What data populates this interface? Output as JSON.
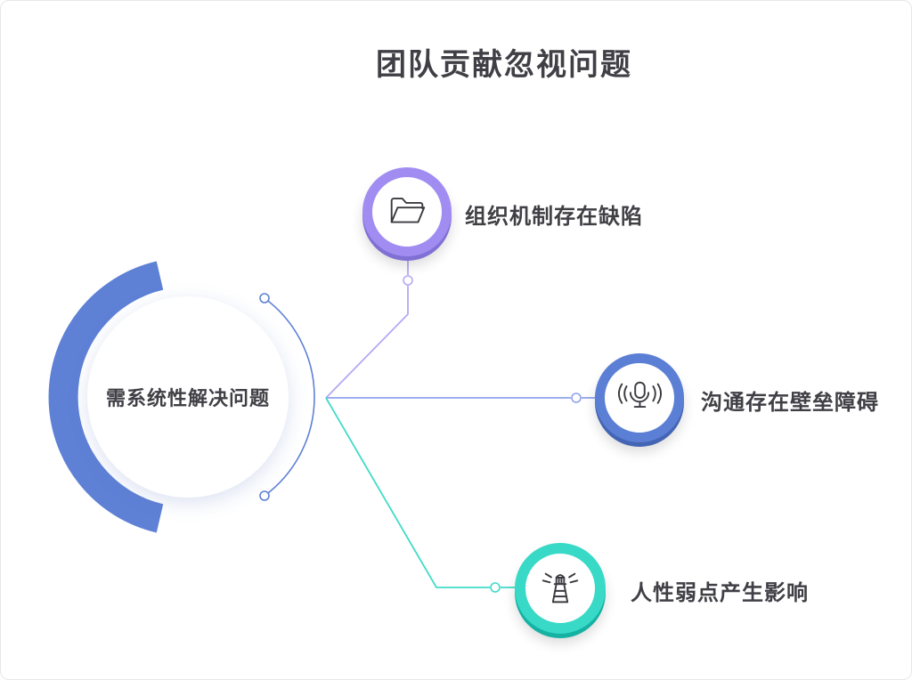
{
  "title": "团队贡献忽视问题",
  "center": {
    "label": "需系统性解决问题"
  },
  "branches": [
    {
      "label": "组织机制存在缺陷",
      "icon": "folder-icon",
      "ring_color": "#a18cf2",
      "line_color": "#b7a8f5"
    },
    {
      "label": "沟通存在壁垒障碍",
      "icon": "microphone-icon",
      "ring_color": "#5b7fd4",
      "line_color": "#8fa3ee"
    },
    {
      "label": "人性弱点产生影响",
      "icon": "lighthouse-icon",
      "ring_color": "#38d9c6",
      "line_color": "#40dbc9"
    }
  ],
  "colors": {
    "background": "#ffffff",
    "border": "#e7e7ea",
    "title": "#3f3f45",
    "label": "#3f3f45",
    "center_blue": "#5e81d6",
    "branch_purple": "#a18cf2",
    "branch_purple_dark": "#8170d4",
    "branch_blue": "#5b7fd4",
    "branch_blue_dark": "#4465b3",
    "branch_teal": "#38d9c6",
    "branch_teal_dark": "#15b2a3",
    "line_purple": "#b7a8f5",
    "line_blue": "#8fa3ee",
    "line_teal": "#40dbc9",
    "icon_stroke": "#3a3a40"
  }
}
